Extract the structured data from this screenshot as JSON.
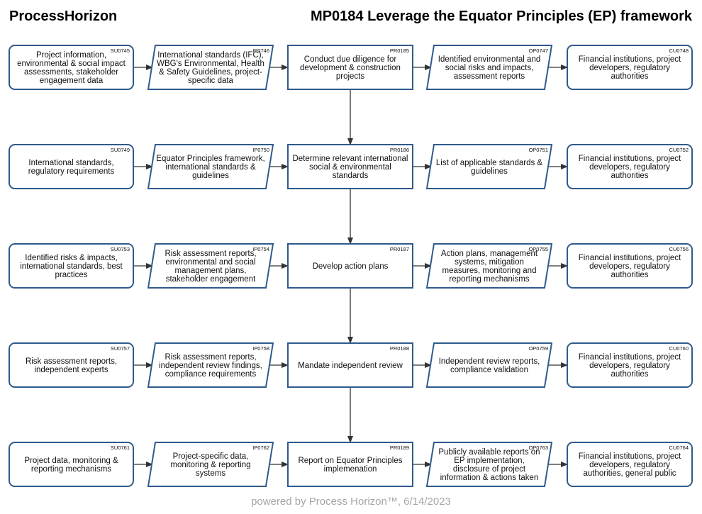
{
  "header": {
    "brand": "ProcessHorizon",
    "title": "MP0184 Leverage the Equator Principles (EP) framework"
  },
  "footer": "powered by Process Horizon™, 6/14/2023",
  "colors": {
    "border": "#2f5a8c",
    "arrow": "#333333"
  },
  "rows": [
    {
      "supplier": {
        "id": "SU0745",
        "lines": [
          "Project information,",
          "environmental & social impact",
          "assessments, stakeholder",
          "engagement data"
        ]
      },
      "input": {
        "id": "IP0746",
        "lines": [
          "International standards (IFC),",
          "WBG's Environmental, Health",
          "& Safety Guidelines, project-",
          "specific data"
        ]
      },
      "process": {
        "id": "PR0185",
        "lines": [
          "Conduct due diligence for",
          "development & construction",
          "projects"
        ]
      },
      "output": {
        "id": "OP0747",
        "lines": [
          "Identified environmental and",
          "social risks and impacts,",
          "assessment reports"
        ]
      },
      "customer": {
        "id": "CU0748",
        "lines": [
          "Financial institutions, project",
          "developers, regulatory",
          "authorities"
        ]
      }
    },
    {
      "supplier": {
        "id": "SU0749",
        "lines": [
          "International standards,",
          "regulatory requirements"
        ]
      },
      "input": {
        "id": "IP0750",
        "lines": [
          "Equator Principles framework,",
          "international standards &",
          "guidelines"
        ]
      },
      "process": {
        "id": "PR0186",
        "lines": [
          "Determine relevant international",
          "social & environmental",
          "standards"
        ]
      },
      "output": {
        "id": "OP0751",
        "lines": [
          "List of applicable standards &",
          "guidelines"
        ]
      },
      "customer": {
        "id": "CU0752",
        "lines": [
          "Financial institutions, project",
          "developers, regulatory",
          "authorities"
        ]
      }
    },
    {
      "supplier": {
        "id": "SU0753",
        "lines": [
          "Identified risks & impacts,",
          "international standards, best",
          "practices"
        ]
      },
      "input": {
        "id": "IP0754",
        "lines": [
          "Risk assessment reports,",
          "environmental and social",
          "management plans,",
          "stakeholder engagement"
        ]
      },
      "process": {
        "id": "PR0187",
        "lines": [
          "Develop action plans"
        ]
      },
      "output": {
        "id": "OP0755",
        "lines": [
          "Action plans, management",
          "systems, mitigation",
          "measures, monitoring and",
          "reporting mechanisms"
        ]
      },
      "customer": {
        "id": "CU0756",
        "lines": [
          "Financial institutions, project",
          "developers, regulatory",
          "authorities"
        ]
      }
    },
    {
      "supplier": {
        "id": "SU0757",
        "lines": [
          "Risk assessment reports,",
          "independent experts"
        ]
      },
      "input": {
        "id": "IP0758",
        "lines": [
          "Risk assessment reports,",
          "independent review findings,",
          "compliance requirements"
        ]
      },
      "process": {
        "id": "PR0188",
        "lines": [
          "Mandate independent review"
        ]
      },
      "output": {
        "id": "OP0759",
        "lines": [
          "Independent review reports,",
          "compliance validation"
        ]
      },
      "customer": {
        "id": "CU0760",
        "lines": [
          "Financial institutions, project",
          "developers, regulatory",
          "authorities"
        ]
      }
    },
    {
      "supplier": {
        "id": "SU0761",
        "lines": [
          "Project data, monitoring &",
          "reporting mechanisms"
        ]
      },
      "input": {
        "id": "IP0762",
        "lines": [
          "Project-specific data,",
          "monitoring & reporting",
          "systems"
        ]
      },
      "process": {
        "id": "PR0189",
        "lines": [
          "Report on Equator Principles",
          "implemenation"
        ]
      },
      "output": {
        "id": "OP0763",
        "lines": [
          "Publicly available reports on",
          "EP implementation,",
          "disclosure of project",
          "information & actions taken"
        ]
      },
      "customer": {
        "id": "CU0764",
        "lines": [
          "Financial institutions, project",
          "developers, regulatory",
          "authorities, general public"
        ]
      }
    }
  ]
}
